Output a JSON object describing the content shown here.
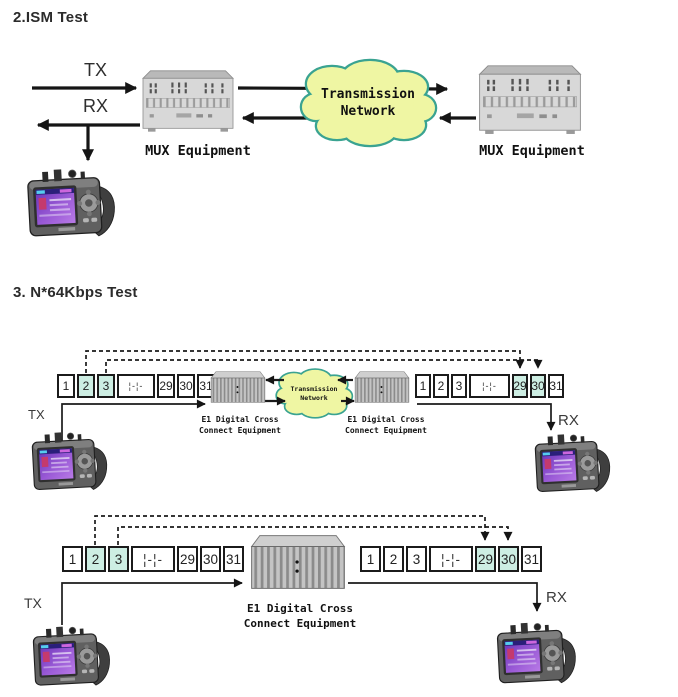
{
  "ism_section": {
    "heading": "2.ISM Test",
    "tx_label": "TX",
    "rx_label": "RX",
    "cloud": {
      "line1": "Transmission",
      "line2": "Network"
    },
    "mux_left_label": "MUX Equipment",
    "mux_right_label": "MUX Equipment"
  },
  "n64_section": {
    "heading": "3. N*64Kbps Test",
    "diagram_two_node": {
      "tx_label": "TX",
      "rx_label": "RX",
      "cloud": {
        "line1": "Transmission",
        "line2": "Network"
      },
      "equipment_left": {
        "line1": "E1 Digital Cross",
        "line2": "Connect Equipment"
      },
      "equipment_right": {
        "line1": "E1 Digital Cross",
        "line2": "Connect Equipment"
      }
    },
    "diagram_single_node": {
      "tx_label": "TX",
      "rx_label": "RX",
      "equipment": {
        "line1": "E1 Digital Cross",
        "line2": "Connect Equipment"
      }
    }
  },
  "timeslots": {
    "cells": [
      "1",
      "2",
      "3",
      "¦-¦-",
      "29",
      "30",
      "31"
    ],
    "tx_highlighted_cells": [
      "2",
      "3"
    ],
    "rx_highlighted_cells": [
      "29",
      "30"
    ]
  },
  "colors": {
    "highlight_cell": "#cdeee3",
    "cloud_fill": "#eff6a3",
    "cloud_stroke": "#3aa391",
    "line": "#151515"
  },
  "icons": {
    "tester": "handheld-e1-tester-icon",
    "mux": "mux-rack-icon",
    "cross_connect": "corrugated-box-icon",
    "cloud": "network-cloud-icon"
  }
}
